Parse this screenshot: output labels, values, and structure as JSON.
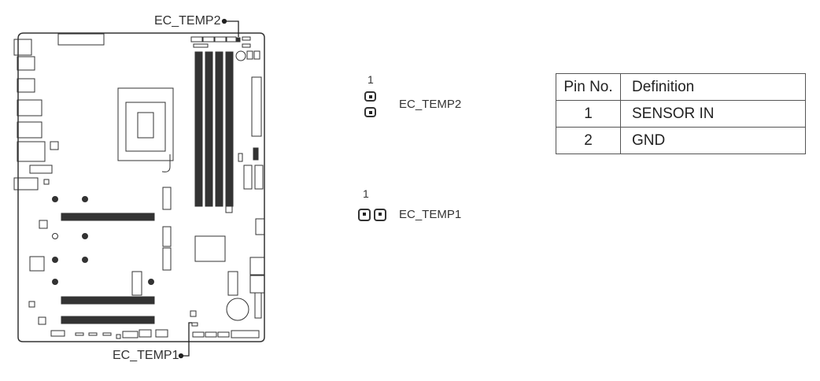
{
  "board": {
    "callouts": [
      {
        "label": "EC_TEMP2"
      },
      {
        "label": "EC_TEMP1"
      }
    ]
  },
  "connectors": [
    {
      "pin1_label": "1",
      "name": "EC_TEMP2",
      "orientation": "vertical"
    },
    {
      "pin1_label": "1",
      "name": "EC_TEMP1",
      "orientation": "horizontal"
    }
  ],
  "pin_table": {
    "headers": [
      "Pin No.",
      "Definition"
    ],
    "rows": [
      [
        "1",
        "SENSOR IN"
      ],
      [
        "2",
        "GND"
      ]
    ]
  }
}
